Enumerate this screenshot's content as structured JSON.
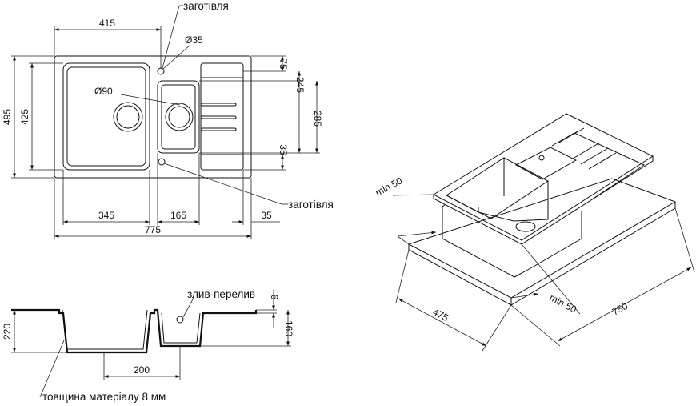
{
  "labels": {
    "zagotivlya_top": "заготівля",
    "zagotivlya_bottom": "заготівля",
    "zlyv": "злив-перелив",
    "material": "товщина матеріалу 8 мм"
  },
  "dims": {
    "w415": "415",
    "d35": "Ø35",
    "d90": "Ø90",
    "h75": "75",
    "h245": "245",
    "h285": "285",
    "h35": "35",
    "h495": "495",
    "h425": "425",
    "w345": "345",
    "w165": "165",
    "w35": "35",
    "w775": "775",
    "s6": "6",
    "s220": "220",
    "s160": "160",
    "s200": "200",
    "min50a": "min 50",
    "min50b": "min 50",
    "w475": "475",
    "w750": "750"
  }
}
